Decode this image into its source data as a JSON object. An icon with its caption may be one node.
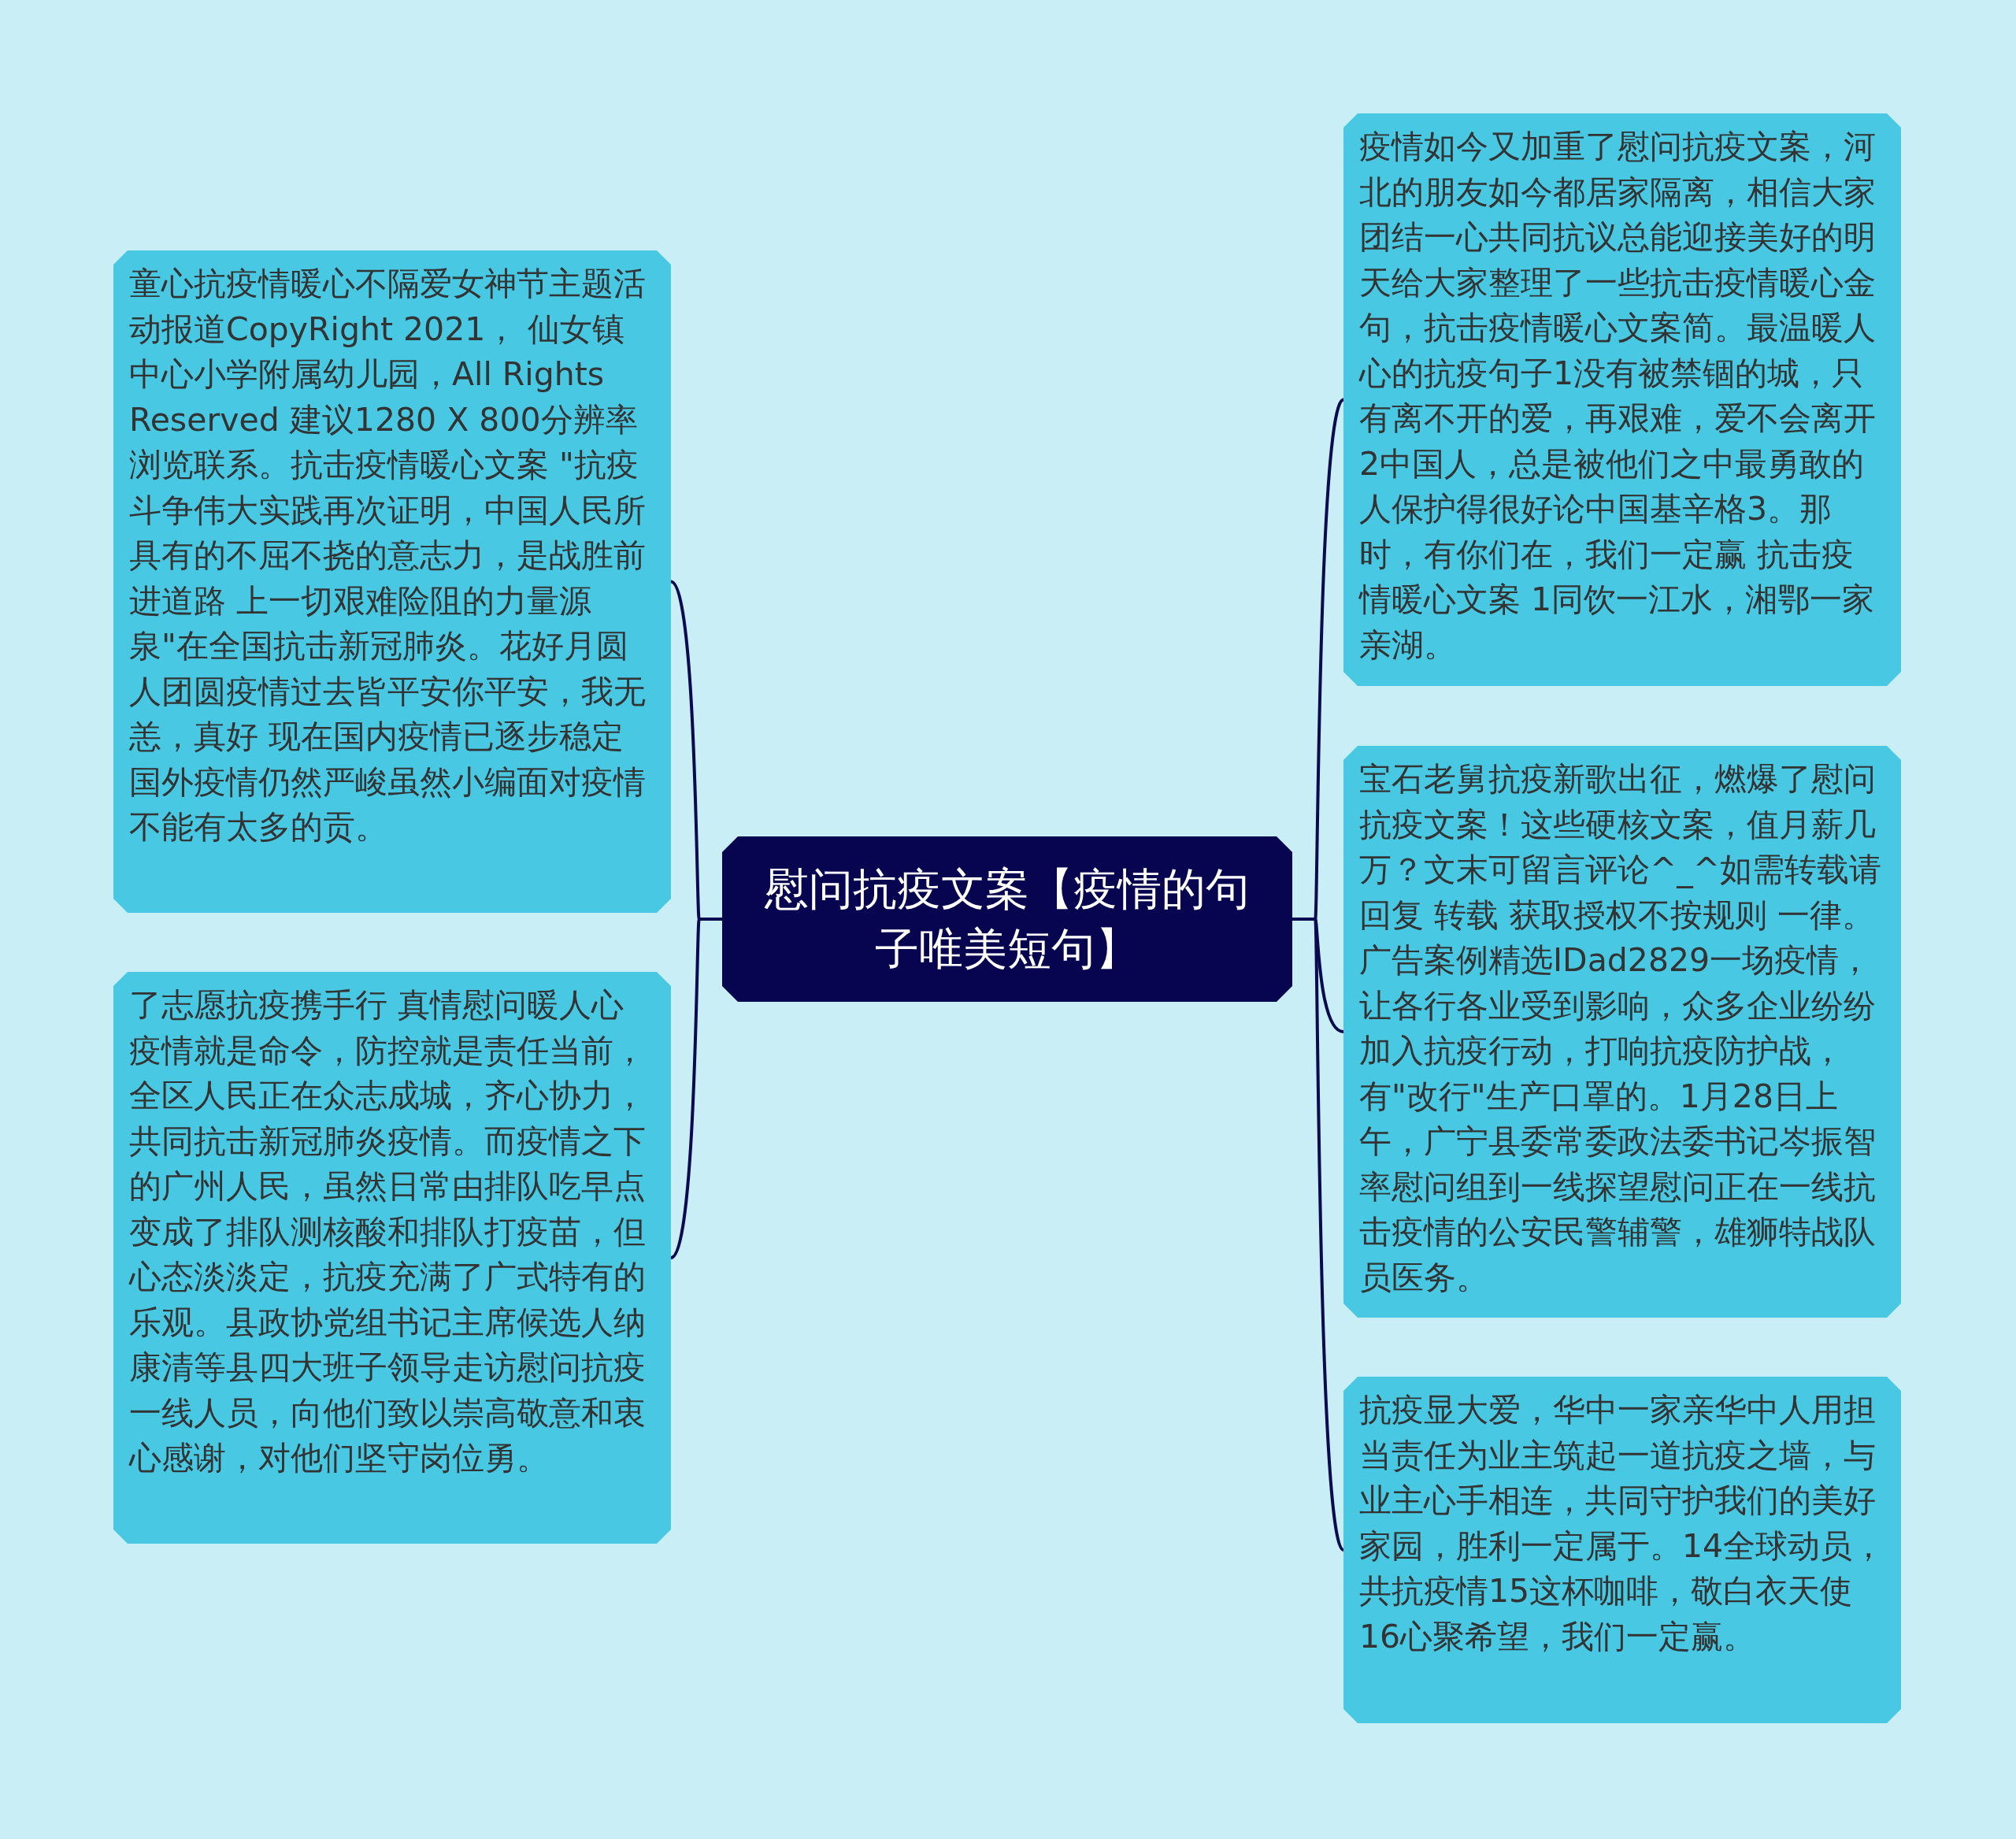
{
  "diagram": {
    "nodes": [
      {
        "text": [
          "慰问抗疫文案【疫情的句子唯美短句】"
        ]
      },
      {
        "text": [
          "童心抗疫情暖心不隔爱女神节主题活动报道CopyRight 2021， 仙女镇中心小学附属幼儿园，All Rights Reserved 建议1280 X 800分辨率浏览联系。抗击疫情暖心文案 \"抗疫斗争伟大实践再次证明，中国人民所具有的不屈不挠的意志力，是战胜前进道路 上一切艰难险阻的力量源泉\"在全国抗击新冠肺炎。花好月圆人团圆疫情过去皆平安你平安，我无恙，真好 现在国内疫情已逐步稳定国外疫情仍然严峻虽然小编面对疫情不能有太多的贡。"
        ]
      },
      {
        "text": [
          "了志愿抗疫携手行 真情慰问暖人心疫情就是命令，防控就是责任当前，全区人民正在众志成城，齐心协力，共同抗击新冠肺炎疫情。而疫情之下的广州人民，虽然日常由排队吃早点变成了排队测核酸和排队打疫苗，但心态淡淡定，抗疫充满了广式特有的乐观。县政协党组书记主席候选人纳康清等县四大班子领导走访慰问抗疫一线人员，向他们致以崇高敬意和衷心感谢，对他们坚守岗位勇。"
        ]
      },
      {
        "text": [
          "疫情如今又加重了慰问抗疫文案，河北的朋友如今都居家隔离，相信大家团结一心共同抗议总能迎接美好的明天给大家整理了一些抗击疫情暖心金句，抗击疫情暖心文案简。最温暖人心的抗疫句子1没有被禁锢的城，只有离不开的爱，再艰难，爱不会离开2中国人，总是被他们之中最勇敢的人保护得很好论中国基辛格3。那时，有你们在，我们一定赢 抗击疫情暖心文案 1同饮一江水，湘鄂一家亲湖。"
        ]
      },
      {
        "text": [
          "宝石老舅抗疫新歌出征，燃爆了慰问抗疫文案！这些硬核文案，值月薪几万？文末可留言评论^_^如需转载请回复 转载 获取授权不按规则 一律。广告案例精选IDad2829一场疫情，让各行各业受到影响，众多企业纷纷加入抗疫行动，打响抗疫防护战，有\"改行\"生产口罩的。1月28日上午，广宁县委常委政法委书记岑振智率慰问组到一线探望慰问正在一线抗击疫情的公安民警辅警，雄狮特战队员医务。"
        ]
      },
      {
        "text": [
          "抗疫显大爱，华中一家亲华中人用担当责任为业主筑起一道抗疫之墙，与业主心手相连，共同守护我们的美好家园，胜利一定属于。14全球动员，共抗疫情15这杯咖啡，敬白衣天使16心聚希望，我们一定赢。"
        ]
      }
    ],
    "edges": [
      {
        "from": 0,
        "to": 1,
        "arrow": "none"
      },
      {
        "from": 0,
        "to": 2,
        "arrow": "none"
      },
      {
        "from": 0,
        "to": 3,
        "arrow": "none"
      },
      {
        "from": 0,
        "to": 4,
        "arrow": "none"
      },
      {
        "from": 0,
        "to": 5,
        "arrow": "none"
      }
    ]
  }
}
